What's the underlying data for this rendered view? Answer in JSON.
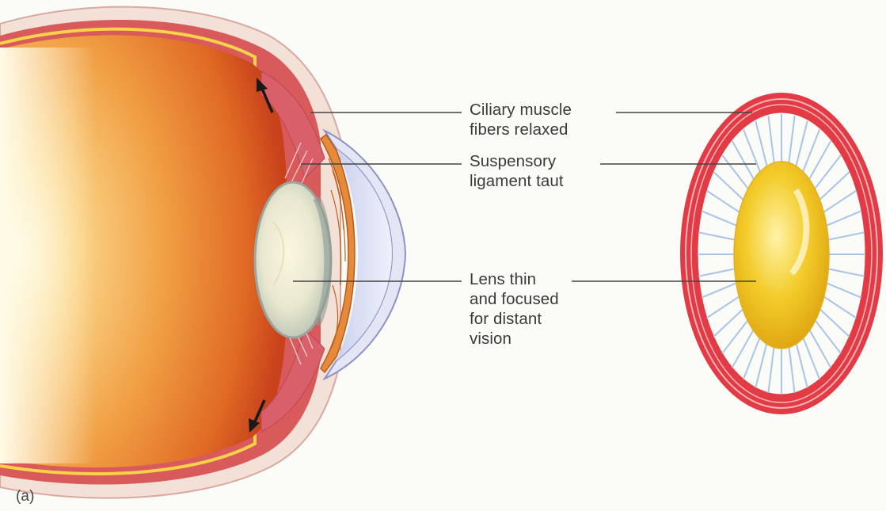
{
  "labels": {
    "ciliary_muscle": [
      "Ciliary muscle",
      "fibers relaxed"
    ],
    "suspensory_ligament": [
      "Suspensory",
      "ligament taut"
    ],
    "lens": [
      "Lens thin",
      "and focused",
      "for distant",
      "vision"
    ]
  },
  "panel_label": "(a)",
  "colors": {
    "background": "#fbfbf7",
    "eyeball_interior": "#e8782a",
    "sclera": "#f2ddd4",
    "ciliary_ring": "#e0404a",
    "lens_core": "#f2c21a",
    "zonule_fibers": "#a9c4e8",
    "leader_line": "#444444"
  },
  "icons": [
    "arrow-up-icon",
    "arrow-down-icon"
  ]
}
